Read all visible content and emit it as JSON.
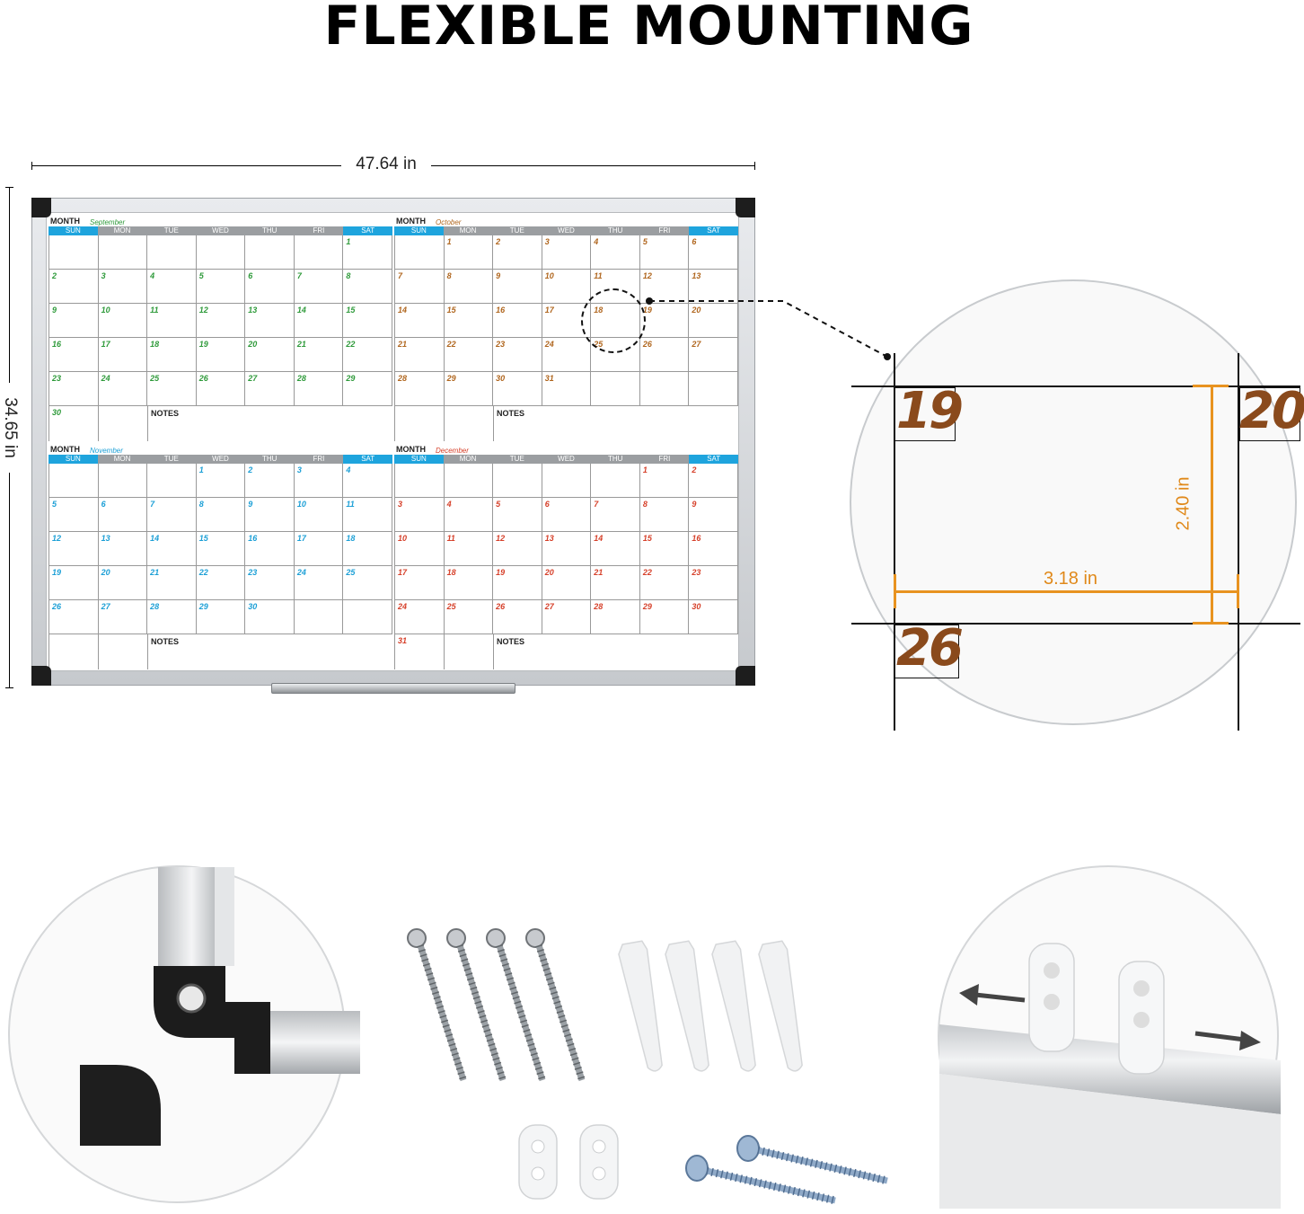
{
  "title": "FLEXIBLE MOUNTING",
  "dimensions": {
    "width_label": "47.64 in",
    "height_label": "34.65 in"
  },
  "calendar": {
    "month_label": "MONTH",
    "notes_label": "NOTES",
    "days": [
      "SUN",
      "MON",
      "TUE",
      "WED",
      "THU",
      "FRI",
      "SAT"
    ],
    "months": [
      {
        "name": "September",
        "color": "#2e9a3a",
        "start": 6,
        "days": 30
      },
      {
        "name": "October",
        "color": "#b0661e",
        "start": 1,
        "days": 31
      },
      {
        "name": "November",
        "color": "#1b9fd6",
        "start": 3,
        "days": 30
      },
      {
        "name": "December",
        "color": "#d6402a",
        "start": 5,
        "days": 31
      }
    ]
  },
  "zoom": {
    "day_a": "19",
    "day_b": "20",
    "day_c": "26",
    "height_label": "2.40 in",
    "width_label": "3.18 in",
    "accent": "#e89320"
  },
  "accessories": {
    "corner_icon": "black-corner-cap",
    "screws_large_count": 4,
    "anchors_count": 4,
    "hooks_count": 2,
    "screws_small_count": 2
  }
}
